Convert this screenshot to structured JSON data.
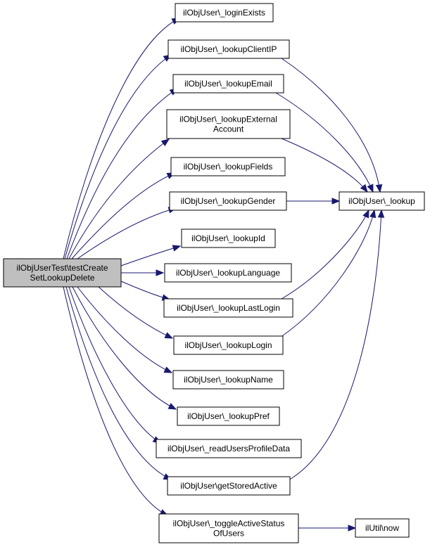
{
  "graph": {
    "nodes": [
      {
        "id": "root",
        "lines": [
          "ilObjUserTest\\testCreate",
          "SetLookupDelete"
        ],
        "root": true
      },
      {
        "id": "loginExists",
        "lines": [
          "ilObjUser\\_loginExists"
        ]
      },
      {
        "id": "lookupClientIP",
        "lines": [
          "ilObjUser\\_lookupClientIP"
        ]
      },
      {
        "id": "lookupEmail",
        "lines": [
          "ilObjUser\\_lookupEmail"
        ]
      },
      {
        "id": "lookupExternalAccount",
        "lines": [
          "ilObjUser\\_lookupExternal",
          "Account"
        ]
      },
      {
        "id": "lookupFields",
        "lines": [
          "ilObjUser\\_lookupFields"
        ]
      },
      {
        "id": "lookupGender",
        "lines": [
          "ilObjUser\\_lookupGender"
        ]
      },
      {
        "id": "lookupId",
        "lines": [
          "ilObjUser\\_lookupId"
        ]
      },
      {
        "id": "lookupLanguage",
        "lines": [
          "ilObjUser\\_lookupLanguage"
        ]
      },
      {
        "id": "lookupLastLogin",
        "lines": [
          "ilObjUser\\_lookupLastLogin"
        ]
      },
      {
        "id": "lookupLogin",
        "lines": [
          "ilObjUser\\_lookupLogin"
        ]
      },
      {
        "id": "lookupName",
        "lines": [
          "ilObjUser\\_lookupName"
        ]
      },
      {
        "id": "lookupPref",
        "lines": [
          "ilObjUser\\_lookupPref"
        ]
      },
      {
        "id": "readUsersProfileData",
        "lines": [
          "ilObjUser\\_readUsersProfileData"
        ]
      },
      {
        "id": "getStoredActive",
        "lines": [
          "ilObjUser\\getStoredActive"
        ]
      },
      {
        "id": "toggleActiveStatus",
        "lines": [
          "ilObjUser\\_toggleActiveStatus",
          "OfUsers"
        ]
      },
      {
        "id": "lookup",
        "lines": [
          "ilObjUser\\_lookup"
        ]
      },
      {
        "id": "now",
        "lines": [
          "ilUtil\\now"
        ]
      }
    ],
    "edges": [
      {
        "from": "root",
        "to": "loginExists"
      },
      {
        "from": "root",
        "to": "lookupClientIP"
      },
      {
        "from": "root",
        "to": "lookupEmail"
      },
      {
        "from": "root",
        "to": "lookupExternalAccount"
      },
      {
        "from": "root",
        "to": "lookupFields"
      },
      {
        "from": "root",
        "to": "lookupGender"
      },
      {
        "from": "root",
        "to": "lookupId"
      },
      {
        "from": "root",
        "to": "lookupLanguage"
      },
      {
        "from": "root",
        "to": "lookupLastLogin"
      },
      {
        "from": "root",
        "to": "lookupLogin"
      },
      {
        "from": "root",
        "to": "lookupName"
      },
      {
        "from": "root",
        "to": "lookupPref"
      },
      {
        "from": "root",
        "to": "readUsersProfileData"
      },
      {
        "from": "root",
        "to": "getStoredActive"
      },
      {
        "from": "root",
        "to": "toggleActiveStatus"
      },
      {
        "from": "lookupClientIP",
        "to": "lookup"
      },
      {
        "from": "lookupEmail",
        "to": "lookup"
      },
      {
        "from": "lookupExternalAccount",
        "to": "lookup"
      },
      {
        "from": "lookupGender",
        "to": "lookup"
      },
      {
        "from": "lookupLastLogin",
        "to": "lookup"
      },
      {
        "from": "lookupLogin",
        "to": "lookup"
      },
      {
        "from": "getStoredActive",
        "to": "lookup"
      },
      {
        "from": "toggleActiveStatus",
        "to": "now"
      }
    ]
  }
}
